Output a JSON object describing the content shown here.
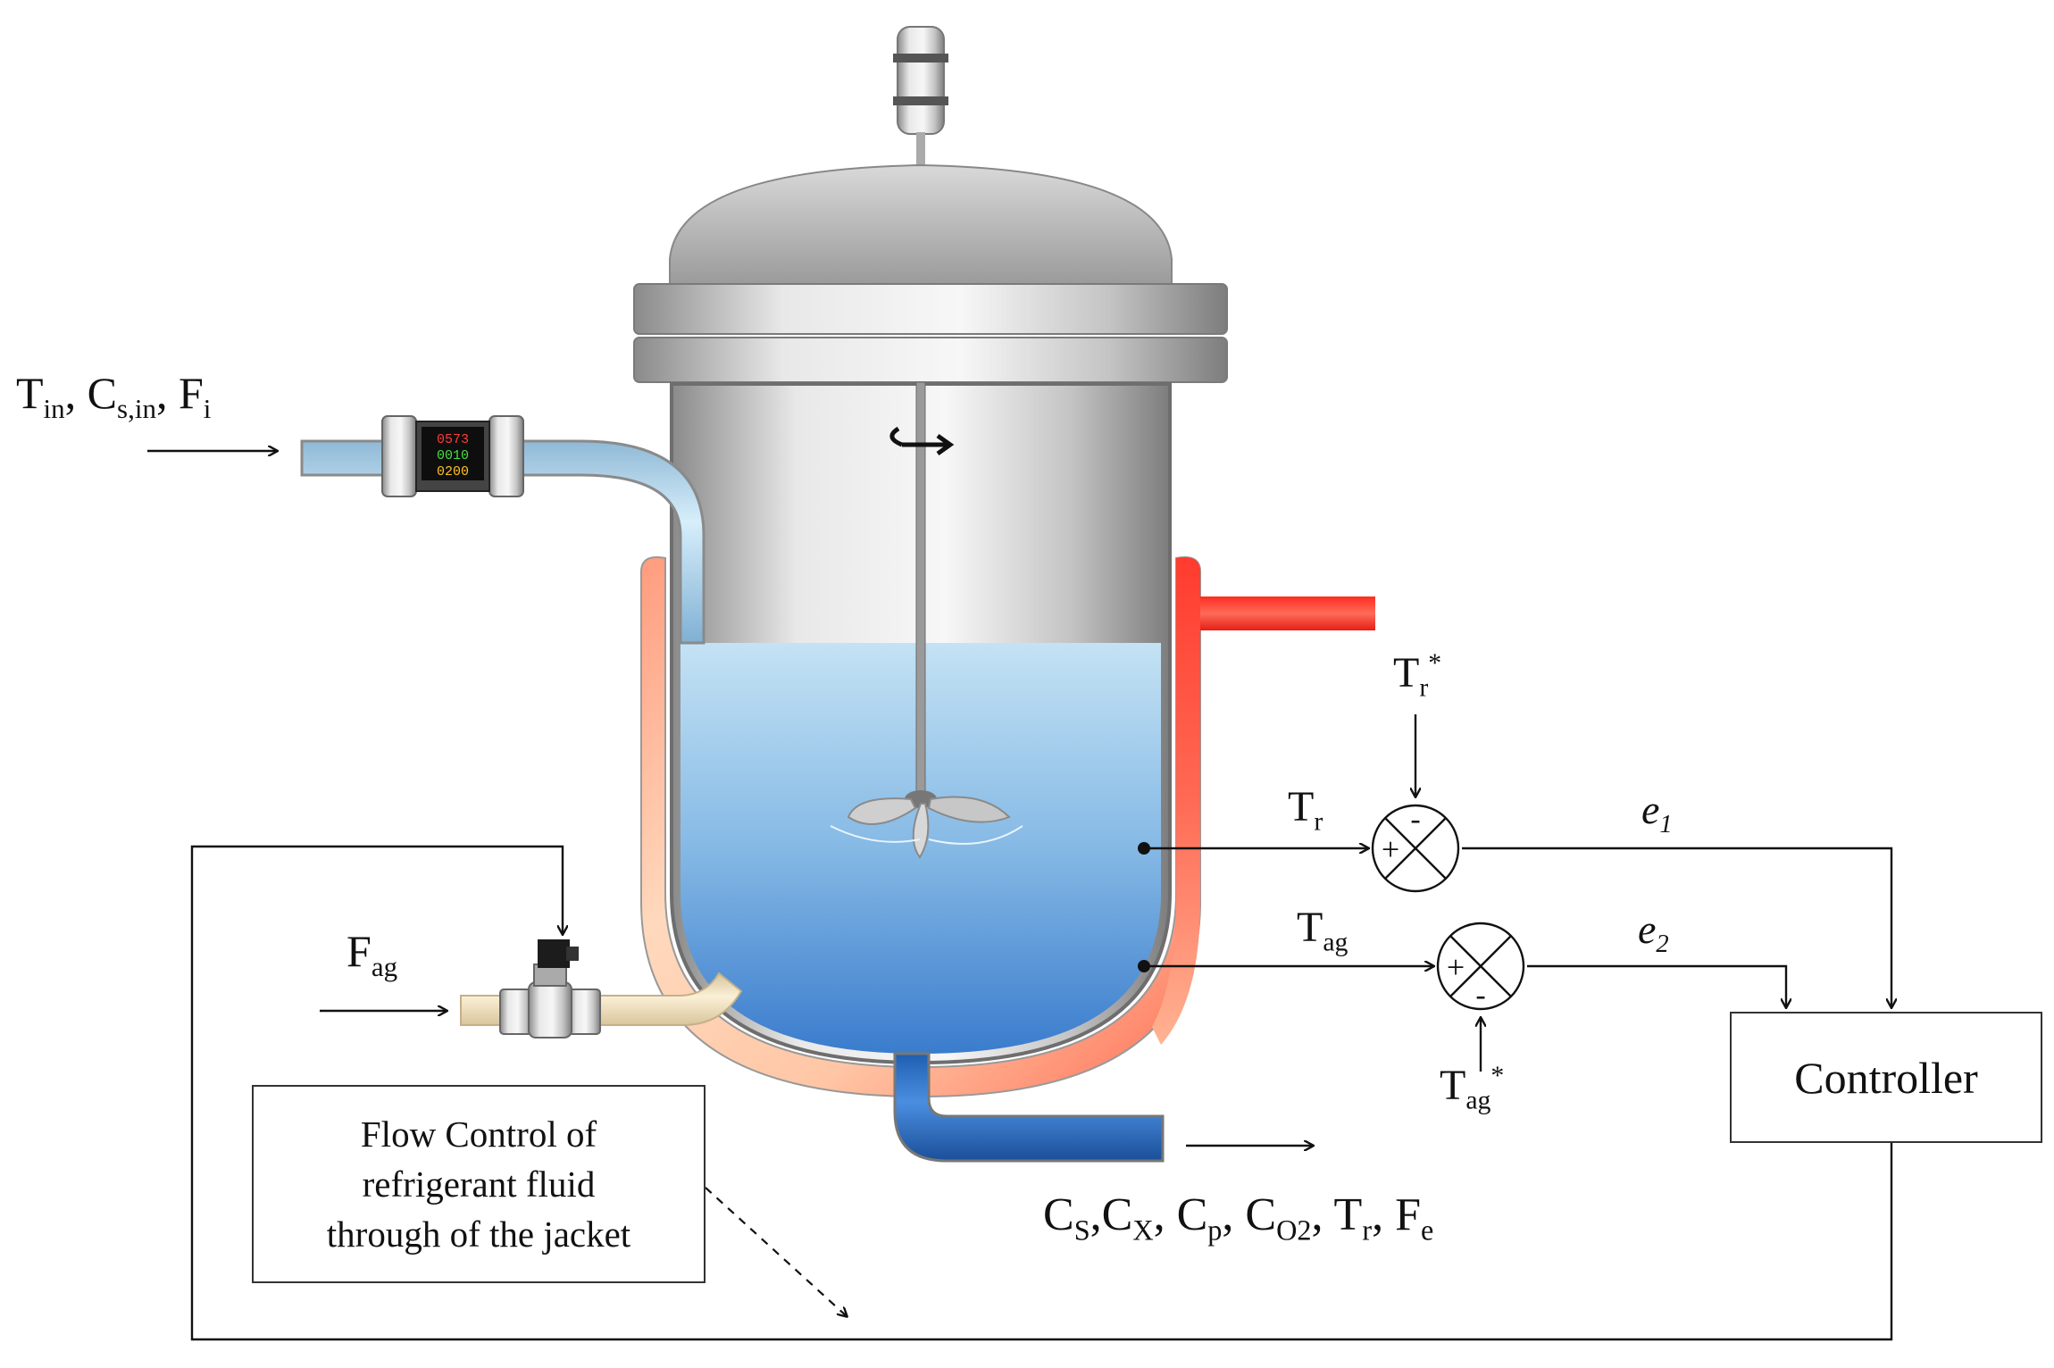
{
  "inlet": {
    "label_main": "T",
    "label_sub_in": "in",
    "label_sep1": ", C",
    "label_sub_sin": "s,in",
    "label_sep2": ", F",
    "label_sub_i": "i"
  },
  "agent_inlet": {
    "main": "F",
    "sub": "ag"
  },
  "outlet": {
    "parts": [
      {
        "main": "C",
        "sub": "S"
      },
      {
        "main": ",C",
        "sub": "X"
      },
      {
        "main": ", C",
        "sub": "p"
      },
      {
        "main": ", C",
        "sub": "O2"
      },
      {
        "main": ", T",
        "sub": "r"
      },
      {
        "main": ", F",
        "sub": "e"
      }
    ]
  },
  "reactor_temp": {
    "main": "T",
    "sub": "r"
  },
  "reactor_setpoint": {
    "main": "T",
    "sub": "r",
    "sup": "*"
  },
  "jacket_temp": {
    "main": "T",
    "sub": "ag"
  },
  "jacket_setpoint": {
    "main": "T",
    "sub": "ag",
    "sup": "*"
  },
  "sum1": {
    "plus": "+",
    "minus": "-"
  },
  "sum2": {
    "plus": "+",
    "minus": "-"
  },
  "error1": {
    "main": "e",
    "sub": "1"
  },
  "error2": {
    "main": "e",
    "sub": "2"
  },
  "controller": {
    "label": "Controller"
  },
  "flow_note": {
    "line1": "Flow Control of",
    "line2": "refrigerant fluid",
    "line3": "through of the jacket"
  },
  "flowmeter_display": {
    "line1": "0573",
    "line2": "0010",
    "line3": "0200"
  },
  "colors": {
    "liquid_top": "#bfe0f2",
    "liquid_bottom": "#3f85cf",
    "jacket_hot": "#ff4a3a",
    "jacket_warm": "#ffdcbf",
    "coolant_pipe": "#f3e2bf",
    "inlet_pipe": "#b7dcf2",
    "outlet_pipe": "#2b6fc0",
    "steel_light": "#e6e6e6",
    "steel_dark": "#8c8c8c",
    "line": "#111111"
  }
}
